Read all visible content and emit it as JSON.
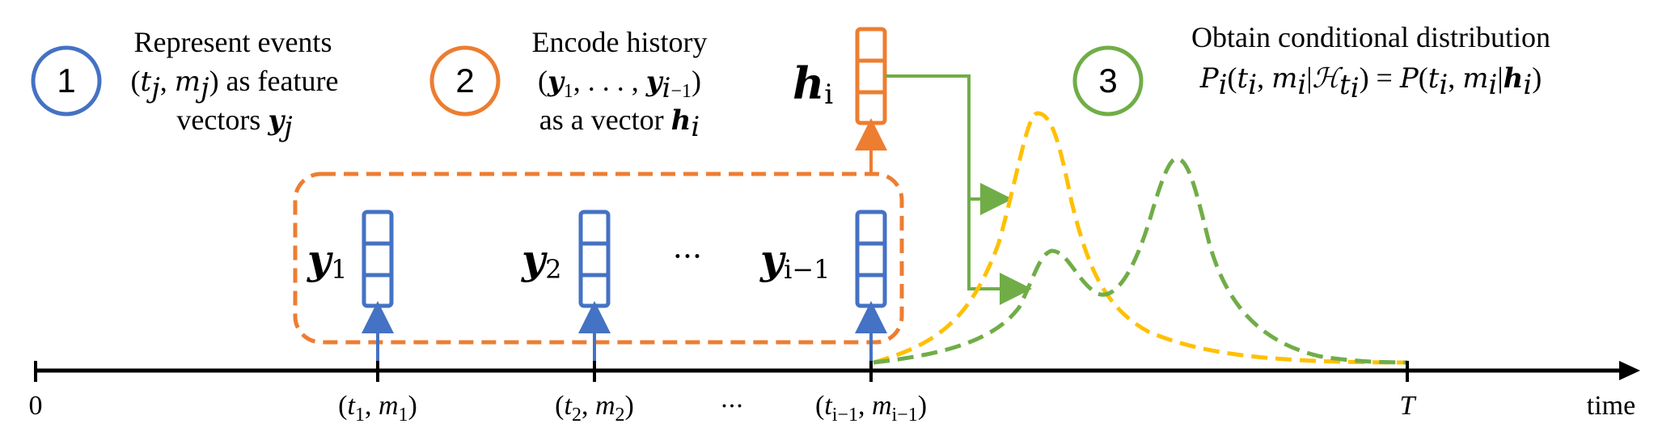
{
  "steps": [
    {
      "number": "1",
      "color": "#4472C4",
      "lines": [
        "Represent events",
        "(t_j, m_j) as feature",
        "vectors y_j"
      ]
    },
    {
      "number": "2",
      "color": "#ED7D31",
      "lines": [
        "Encode history",
        "(y_1, …, y_{i−1})",
        "as a vector h_i"
      ]
    },
    {
      "number": "3",
      "color": "#70AD47",
      "lines": [
        "Obtain conditional distribution",
        "P_i(t_i, m_i | H_{t_i}) = P(t_i, m_i | h_i)"
      ]
    }
  ],
  "vectors": {
    "y1": {
      "base": "y",
      "sub": "1"
    },
    "y2": {
      "base": "y",
      "sub": "2"
    },
    "yi1": {
      "base": "y",
      "sub": "i−1"
    },
    "hi": {
      "base": "h",
      "sub": "i"
    },
    "ellipsis": "···"
  },
  "timeline": {
    "start_label": "0",
    "end_label": "T",
    "axis_label": "time",
    "events": [
      {
        "t": "t",
        "ts": "1",
        "m": "m",
        "ms": "1"
      },
      {
        "t": "t",
        "ts": "2",
        "m": "m",
        "ms": "2"
      },
      {
        "t": "t",
        "ts": "i−1",
        "m": "m",
        "ms": "i−1"
      }
    ],
    "ellipsis": "···"
  },
  "colors": {
    "blue": "#4472C4",
    "orange": "#ED7D31",
    "green": "#70AD47",
    "yellow": "#FFC000",
    "axis": "#000000"
  }
}
